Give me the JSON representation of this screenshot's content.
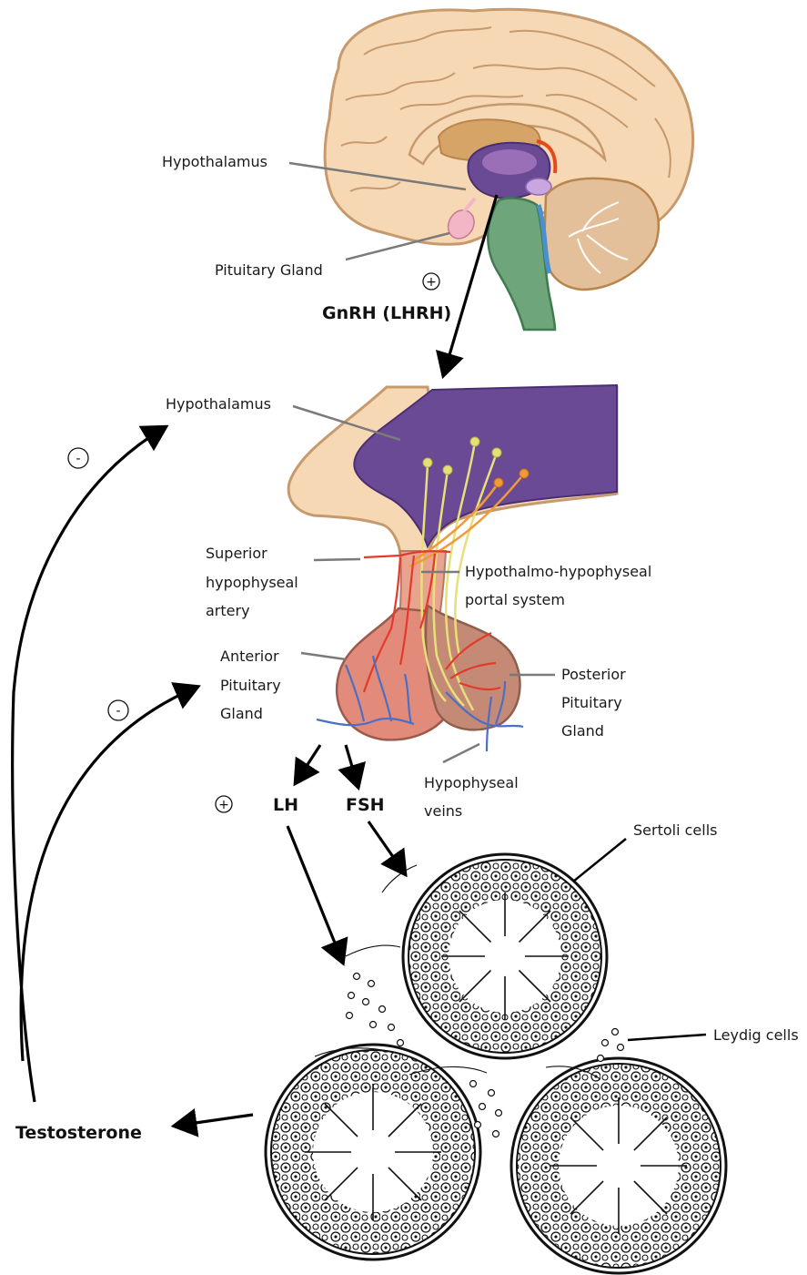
{
  "labels": {
    "hypothalamus_top": "Hypothalamus",
    "pituitary_gland": "Pituitary Gland",
    "gnrh": "GnRH (LHRH)",
    "hypothalamus_mid": "Hypothalamus",
    "superior_artery": [
      "Superior",
      "hypophyseal",
      "artery"
    ],
    "portal_system": [
      "Hypothalmo-hypophyseal",
      "portal system"
    ],
    "anterior_pituitary": [
      "Anterior",
      "Pituitary",
      "Gland"
    ],
    "posterior_pituitary": [
      "Posterior",
      "Pituitary",
      "Gland"
    ],
    "hypophyseal_veins": [
      "Hypophyseal",
      "veins"
    ],
    "lh": "LH",
    "fsh": "FSH",
    "sertoli": "Sertoli cells",
    "leydig": "Leydig cells",
    "testosterone": "Testosterone"
  },
  "signs": {
    "plus_gnrh": "+",
    "plus_lh": "+",
    "minus_hypothalamus": "-",
    "minus_pituitary": "-"
  },
  "colors": {
    "cortex": "#f6d8b4",
    "cortex_outline": "#c79a6e",
    "hypothalamus": "#6a4a94",
    "brainstem": "#6fa57b",
    "cerebellum": "#e4c09a",
    "pituitary": "#f2b6c6",
    "anterior_lobe": "#e38b7a",
    "posterior_lobe": "#c48a75",
    "artery": "#e33a2a",
    "vein": "#4a6fc4",
    "neuron_yellow": "#e6e07a",
    "neuron_orange": "#f09a3a"
  }
}
